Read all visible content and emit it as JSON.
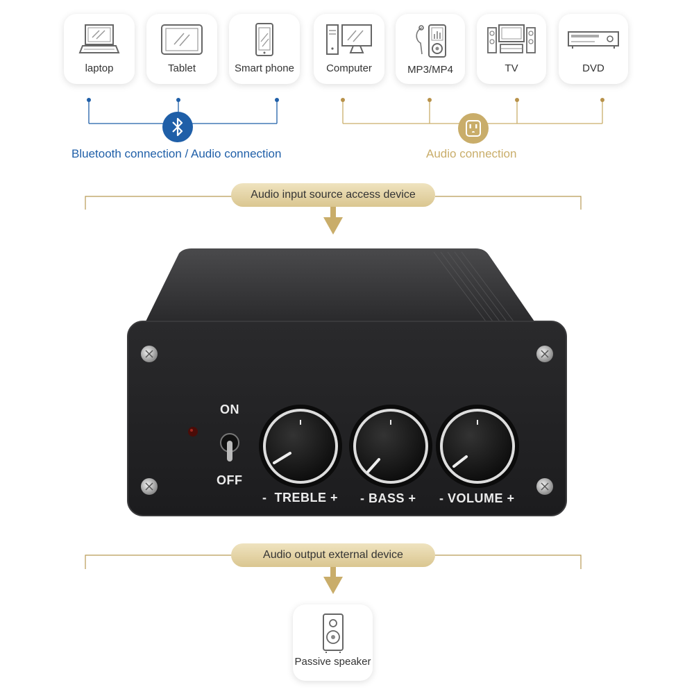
{
  "devices": [
    {
      "id": "laptop",
      "label": "laptop",
      "icon": "laptop-icon"
    },
    {
      "id": "tablet",
      "label": "Tablet",
      "icon": "tablet-icon"
    },
    {
      "id": "smartphone",
      "label": "Smart phone",
      "icon": "smartphone-icon"
    },
    {
      "id": "computer",
      "label": "Computer",
      "icon": "computer-icon"
    },
    {
      "id": "mp3",
      "label": "MP3/MP4",
      "icon": "mp3-player-icon"
    },
    {
      "id": "tv",
      "label": "TV",
      "icon": "tv-icon"
    },
    {
      "id": "dvd",
      "label": "DVD",
      "icon": "dvd-player-icon"
    }
  ],
  "bluetooth": {
    "caption": "Bluetooth connection / Audio connection",
    "icon": "bluetooth-icon",
    "color": "#1f5fa8"
  },
  "audio": {
    "caption": "Audio connection",
    "icon": "power-outlet-icon",
    "color": "#c9ad6a"
  },
  "input_pill": "Audio input source access device",
  "output_pill": "Audio output external device",
  "amplifier": {
    "on_label": "ON",
    "off_label": "OFF",
    "knobs": [
      {
        "label": "-  TREBLE +"
      },
      {
        "label": "- BASS +"
      },
      {
        "label": "- VOLUME +"
      }
    ]
  },
  "speaker": {
    "label": "Passive speaker",
    "icon": "speaker-icon"
  },
  "colors": {
    "blue": "#1f5fa8",
    "gold": "#c9ad6a",
    "pill": "#e6d6a8"
  }
}
